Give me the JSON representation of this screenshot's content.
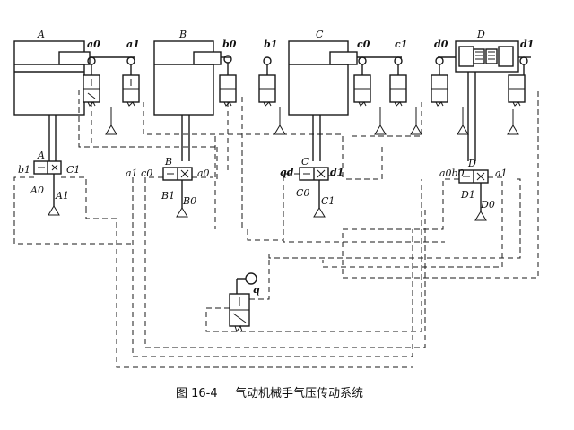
{
  "caption": {
    "figure_no": "图 16-4",
    "title": "气动机械手气压传动系统"
  },
  "labels": {
    "cyl_A": "A",
    "cyl_B": "B",
    "cyl_C": "C",
    "cyl_D": "D",
    "a0": "a0",
    "a1": "a1",
    "b0": "b0",
    "b1": "b1",
    "c0": "c0",
    "c1": "c1",
    "d0": "d0",
    "d1": "d1",
    "q": "q",
    "vA_left": "b1",
    "vA_top": "A",
    "vA_right": "C1",
    "vA_bl": "A0",
    "vA_br": "A1",
    "vB_left": "a1 c0",
    "vB_top": "B",
    "vB_right": "a0",
    "vB_bl": "B1",
    "vB_br": "B0",
    "vC_left": "qd",
    "vC_top": "C",
    "vC_right": "d1",
    "vC_bl": "C0",
    "vC_br": "C1",
    "vD_left": "a0b0",
    "vD_top": "D",
    "vD_right": "a1",
    "vD_bl": "D1",
    "vD_br": "D0"
  }
}
